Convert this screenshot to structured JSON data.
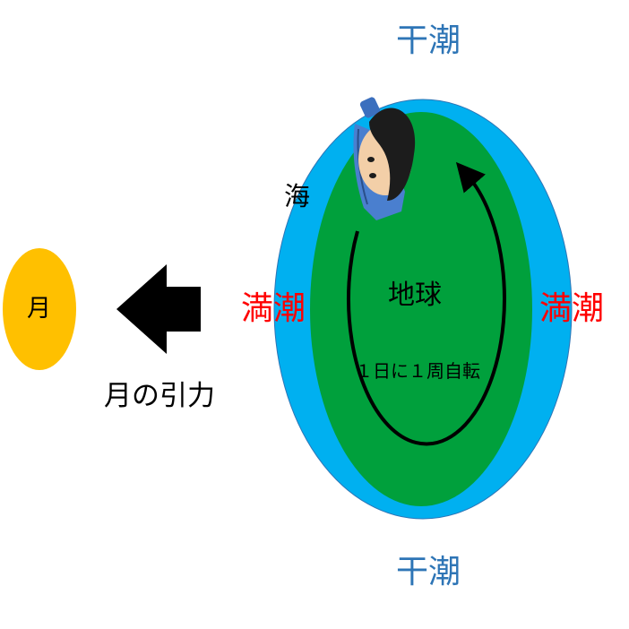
{
  "colors": {
    "ocean": "#00b0f0",
    "land": "#00a03c",
    "moon": "#ffc000",
    "low_tide": "#2e75b6",
    "high_tide": "#ff0000",
    "text": "#000000"
  },
  "moon": {
    "label": "月"
  },
  "pull": {
    "label": "月の引力"
  },
  "earth": {
    "label": "地球",
    "rotation": "１日に１周自転"
  },
  "sea": {
    "label": "海"
  },
  "tides": {
    "low_top": "干潮",
    "low_bottom": "干潮",
    "high_left": "満潮",
    "high_right": "満潮"
  },
  "icons": {
    "observer": "person-top-view-icon",
    "arrow": "left-arrow-icon",
    "rotation": "counterclockwise-arrow-icon"
  }
}
